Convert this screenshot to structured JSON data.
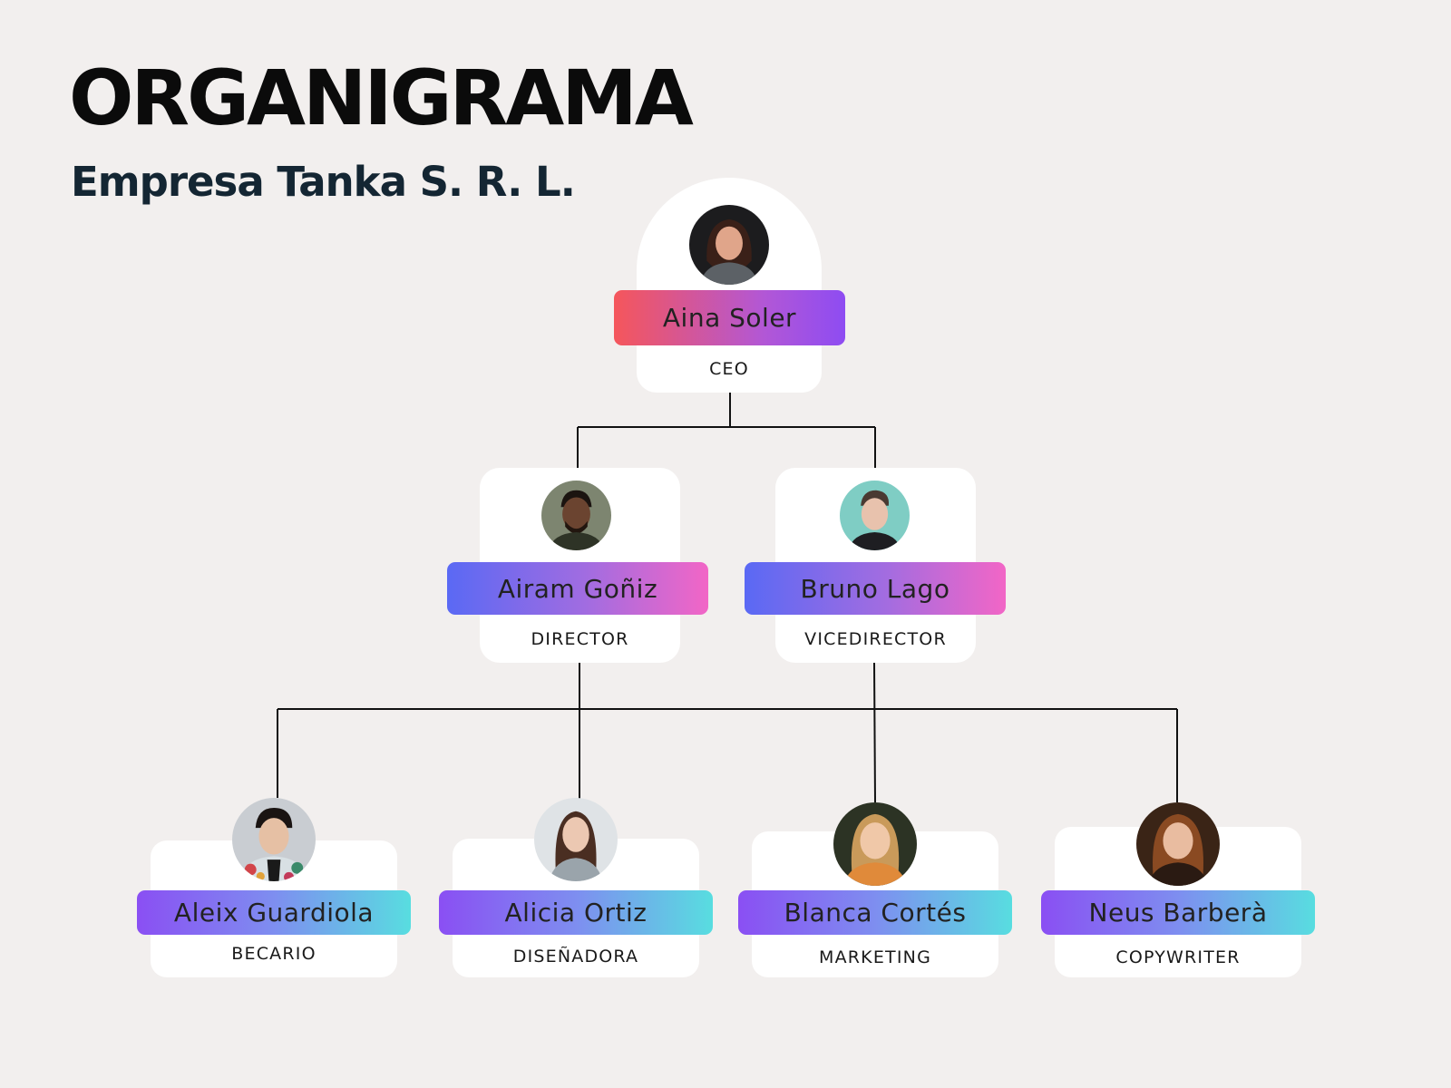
{
  "title": "ORGANIGRAMA",
  "subtitle": "Empresa Tanka S. R. L.",
  "colors": {
    "background": "#f2efee",
    "card": "#ffffff",
    "line": "#111111"
  },
  "nodes": {
    "ceo": {
      "name": "Aina Soler",
      "role": "CEO"
    },
    "director": {
      "name": "Airam Goñiz",
      "role": "DIRECTOR"
    },
    "vicedirector": {
      "name": "Bruno Lago",
      "role": "VICEDIRECTOR"
    },
    "becario": {
      "name": "Aleix Guardiola",
      "role": "BECARIO"
    },
    "disenadora": {
      "name": "Alicia Ortiz",
      "role": "DISEÑADORA"
    },
    "marketing": {
      "name": "Blanca Cortés",
      "role": "MARKETING"
    },
    "copywriter": {
      "name": "Neus Barberà",
      "role": "COPYWRITER"
    }
  }
}
